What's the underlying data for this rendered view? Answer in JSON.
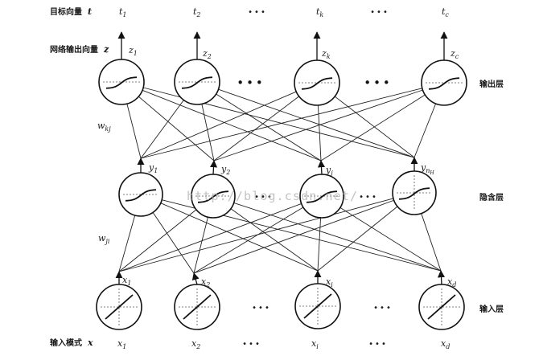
{
  "labels": {
    "target_row": {
      "text": "目标向量",
      "var": "t"
    },
    "output_row": {
      "text": "网络输出向量",
      "var": "z"
    },
    "input_row": {
      "text": "输入模式",
      "var": "x"
    },
    "output_layer": "输出层",
    "hidden_layer": "隐含层",
    "input_layer": "输入层",
    "ellipsis": "•••"
  },
  "targets": [
    {
      "base": "t",
      "sub": "1"
    },
    {
      "base": "t",
      "sub": "2"
    },
    {
      "base": "t",
      "sub": "k"
    },
    {
      "base": "t",
      "sub": "c"
    }
  ],
  "outputs": [
    {
      "base": "z",
      "sub": "1"
    },
    {
      "base": "z",
      "sub": "2"
    },
    {
      "base": "z",
      "sub": "k"
    },
    {
      "base": "z",
      "sub": "c"
    }
  ],
  "hidden": [
    {
      "base": "y",
      "sub": "1"
    },
    {
      "base": "y",
      "sub": "2"
    },
    {
      "base": "y",
      "sub": "j"
    },
    {
      "base": "y",
      "sub": "n",
      "subsub": "H"
    }
  ],
  "inputs": [
    {
      "base": "x",
      "sub": "1"
    },
    {
      "base": "x",
      "sub": "2"
    },
    {
      "base": "x",
      "sub": "i"
    },
    {
      "base": "x",
      "sub": "d"
    }
  ],
  "patterns": [
    {
      "base": "x",
      "sub": "1"
    },
    {
      "base": "x",
      "sub": "2"
    },
    {
      "base": "x",
      "sub": "i"
    },
    {
      "base": "x",
      "sub": "d"
    }
  ],
  "weights": {
    "kj": {
      "base": "w",
      "sub": "kj"
    },
    "ji": {
      "base": "w",
      "sub": "ji"
    }
  },
  "watermark": "http://blog.csdn.net/"
}
